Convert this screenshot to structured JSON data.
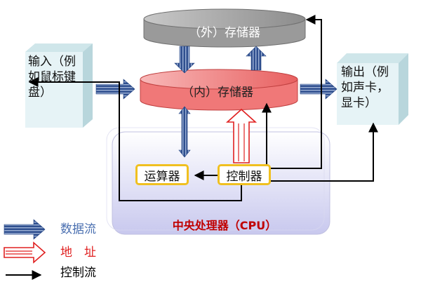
{
  "diagram": {
    "external_memory": "（外）存储器",
    "internal_memory": "（内）存储器",
    "input_device": "输入（例如鼠标键盘）",
    "output_device": "输出（例如声卡，显卡）",
    "alu": "运算器",
    "controller": "控制器",
    "cpu": "中央处理器（CPU）"
  },
  "legend": {
    "items": [
      {
        "label": "数据流",
        "color": "#2f4f8f"
      },
      {
        "label": "地　址",
        "color": "#e02020"
      },
      {
        "label": "控制流",
        "color": "#000000"
      }
    ]
  },
  "colors": {
    "data_flow": "#2f4f8f",
    "address": "#e02020",
    "control": "#000000",
    "external_memory_fill": "#a0a0a0",
    "internal_memory_fill": "#f07878",
    "io_box_fill": "#e6f3f6",
    "cpu_panel_fill": "#dcdcf4",
    "unit_border": "#f0c020",
    "cpu_text": "#c00000"
  }
}
